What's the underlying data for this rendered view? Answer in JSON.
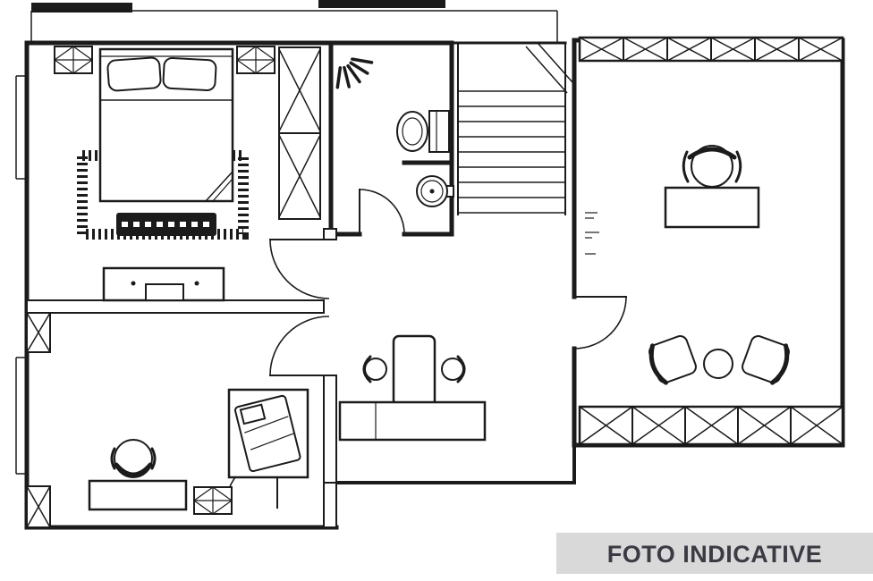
{
  "banner": {
    "label": "FOTO INDICATIVE"
  },
  "colors": {
    "background": "#ffffff",
    "line": "#1b1b1b",
    "banner_bg": "#d9d9d9",
    "banner_text": "#3b3b44"
  },
  "icons": {
    "ceiling_light": "square with inscribed diamond",
    "wardrobe": "tall rectangle with X hatching",
    "structural_column": "rectangle with X hatching",
    "toilet": "oval bowl with cistern",
    "sink": "round basin with tap",
    "stairs": "parallel treads with break line",
    "door": "leaf line with quarter-circle swing arc",
    "bed": "rectangle with pillows and folded blanket corner",
    "rug": "fringed dashed border rectangle",
    "chair": "circle with curved backrest",
    "armchair": "rounded square with thick curved back",
    "table": "plain rectangle or circle"
  }
}
